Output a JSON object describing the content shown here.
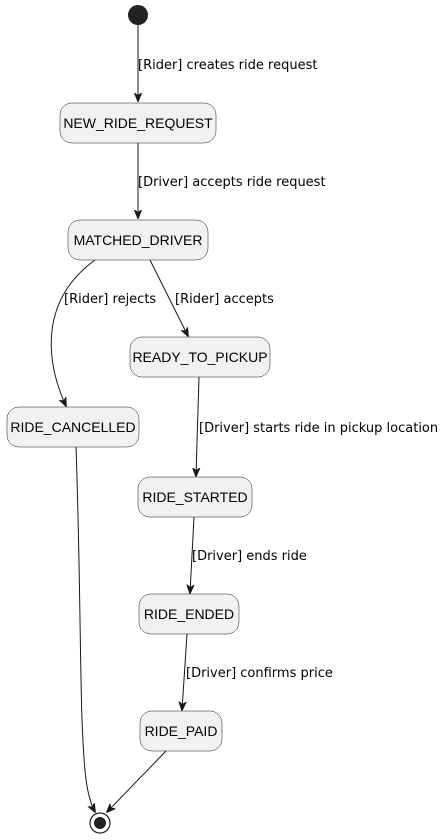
{
  "diagram": {
    "type": "state-machine",
    "states": [
      {
        "id": "new",
        "label": "NEW_RIDE_REQUEST"
      },
      {
        "id": "matched",
        "label": "MATCHED_DRIVER"
      },
      {
        "id": "ready",
        "label": "READY_TO_PICKUP"
      },
      {
        "id": "cancelled",
        "label": "RIDE_CANCELLED"
      },
      {
        "id": "started",
        "label": "RIDE_STARTED"
      },
      {
        "id": "ended",
        "label": "RIDE_ENDED"
      },
      {
        "id": "paid",
        "label": "RIDE_PAID"
      }
    ],
    "transitions": [
      {
        "from": "start",
        "to": "new",
        "label": "[Rider] creates ride request"
      },
      {
        "from": "new",
        "to": "matched",
        "label": "[Driver] accepts ride request"
      },
      {
        "from": "matched",
        "to": "cancelled",
        "label": "[Rider] rejects"
      },
      {
        "from": "matched",
        "to": "ready",
        "label": "[Rider] accepts"
      },
      {
        "from": "ready",
        "to": "started",
        "label": "[Driver] starts ride in pickup location"
      },
      {
        "from": "started",
        "to": "ended",
        "label": "[Driver] ends ride"
      },
      {
        "from": "ended",
        "to": "paid",
        "label": "[Driver] confirms price"
      },
      {
        "from": "cancelled",
        "to": "end",
        "label": ""
      },
      {
        "from": "paid",
        "to": "end",
        "label": ""
      }
    ]
  }
}
